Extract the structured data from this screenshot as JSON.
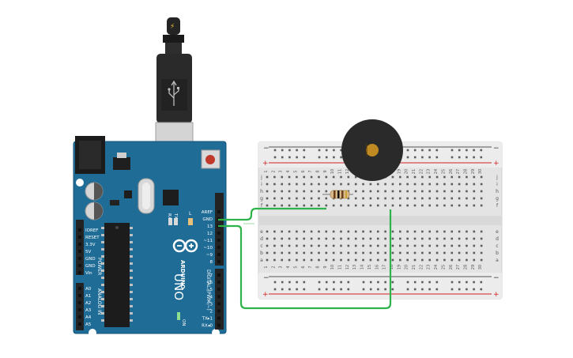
{
  "usb_bolt": "⚡",
  "board": {
    "brand": "ARDUINO",
    "model": "UNO",
    "reset_label": "",
    "power_header_title": "POWER",
    "power_pins": [
      "IOREF",
      "RESET",
      "3.3V",
      "5V",
      "GND",
      "GND",
      "Vin"
    ],
    "analog_header_title": "ANALOG IN",
    "analog_pins": [
      "A0",
      "A1",
      "A2",
      "A3",
      "A4",
      "A5"
    ],
    "digital_header_title": "DIGITAL (PWM ~)",
    "top_pins": [
      "AREF",
      "GND",
      "13",
      "12",
      "~11",
      "~10",
      "~9",
      "8"
    ],
    "bottom_pins": [
      "7",
      "~6",
      "~5",
      "4",
      "~3",
      "2",
      "TX▸1",
      "RX◂0"
    ],
    "led_l": "L",
    "led_tx": "TX",
    "led_rx": "RX",
    "led_on": "ON"
  },
  "breadboard": {
    "rail_minus": "−",
    "rail_plus": "+",
    "column_numbers": [
      "1",
      "2",
      "3",
      "4",
      "5",
      "6",
      "7",
      "8",
      "9",
      "10",
      "11",
      "12",
      "13",
      "14",
      "15",
      "16",
      "17",
      "18",
      "19",
      "20",
      "21",
      "22",
      "23",
      "24",
      "25",
      "26",
      "27",
      "28",
      "29",
      "30"
    ],
    "rows_top": [
      "j",
      "i",
      "h",
      "g",
      "f"
    ],
    "rows_bottom": [
      "e",
      "d",
      "c",
      "b",
      "a"
    ]
  },
  "colors": {
    "board": "#1f6c96",
    "board_edge": "#16557a",
    "header": "#232323",
    "silk": "#ffffff",
    "breadboard": "#e4e4e4",
    "hole": "#5c5c5c",
    "rail_red": "#d32020",
    "rail_dark": "#555555",
    "wire": "#2fb24a",
    "buzzer": "#2a2a2a",
    "buzzer_center": "#c08a22",
    "usb": "#242424"
  }
}
